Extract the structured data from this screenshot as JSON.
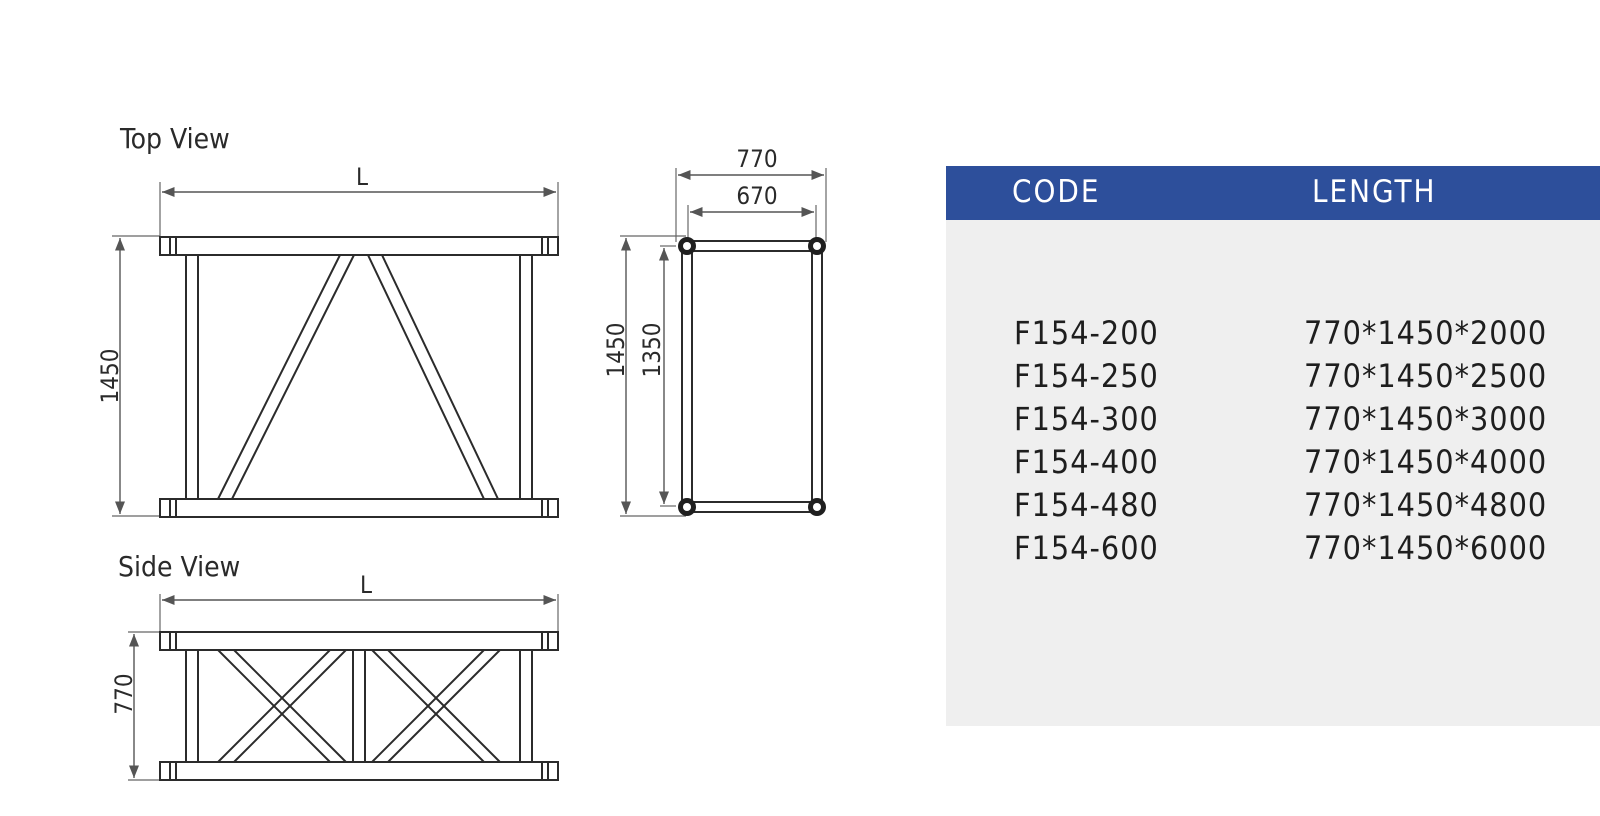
{
  "top_view": {
    "title": "Top View",
    "length_label": "L",
    "height_label": "1450"
  },
  "end_view": {
    "outer_width_label": "770",
    "inner_width_label": "670",
    "outer_height_label": "1450",
    "inner_height_label": "1350"
  },
  "side_view": {
    "title": "Side View",
    "length_label": "L",
    "height_label": "770"
  },
  "table": {
    "header_bg": "#2d4f9b",
    "body_bg": "#efefef",
    "headers": {
      "code": "CODE",
      "length": "LENGTH"
    },
    "rows": [
      {
        "code": "F154-200",
        "length": "770*1450*2000"
      },
      {
        "code": "F154-250",
        "length": "770*1450*2500"
      },
      {
        "code": "F154-300",
        "length": "770*1450*3000"
      },
      {
        "code": "F154-400",
        "length": "770*1450*4000"
      },
      {
        "code": "F154-480",
        "length": "770*1450*4800"
      },
      {
        "code": "F154-600",
        "length": "770*1450*6000"
      }
    ]
  }
}
